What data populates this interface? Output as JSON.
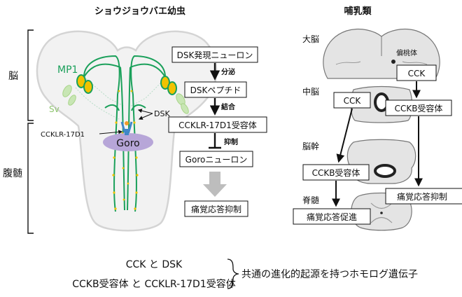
{
  "left_panel": {
    "title": "ショウジョウバエ幼虫",
    "region_brain": "脳",
    "region_ventral": "腹髄",
    "labels": {
      "mp1": "MP1",
      "sv": "Sv",
      "dsk": "DSK",
      "cckl": "CCKLR-17D1",
      "goro": "Goro"
    },
    "flow": {
      "box1": "DSK発現ニューロン",
      "step1": "分泌",
      "box2": "DSKペプチド",
      "step2": "結合",
      "box3": "CCKLR-17D1受容体",
      "step3": "抑制",
      "box4": "Goroニューロン",
      "box5": "痛覚応答抑制"
    }
  },
  "right_panel": {
    "title": "哺乳類",
    "regions": {
      "cerebrum": "大脳",
      "midbrain": "中脳",
      "brainstem": "脳幹",
      "spinal": "脊髄"
    },
    "amygdala": "偏桃体",
    "boxes": {
      "cck_top": "CCK",
      "cck_mid": "CCK",
      "cckb_right": "CCKB受容体",
      "cckb_lower": "CCKB受容体",
      "pain_inhibit": "痛覚応答抑制",
      "pain_promote": "痛覚応答促進"
    }
  },
  "bottom": {
    "line1": "CCK と DSK",
    "line2": "CCKB受容体 と CCKLR-17D1受容体",
    "summary": "共通の進化的起源を持つホモログ遺伝子"
  },
  "colors": {
    "neuron_green": "#1aa05a",
    "mp1_yellow": "#f2c200",
    "goro_purple": "#b7a6d8",
    "receptor_blue": "#3f86c8",
    "arrow_gray": "#bdbdbd",
    "tissue_gray": "#e4e4e4"
  }
}
